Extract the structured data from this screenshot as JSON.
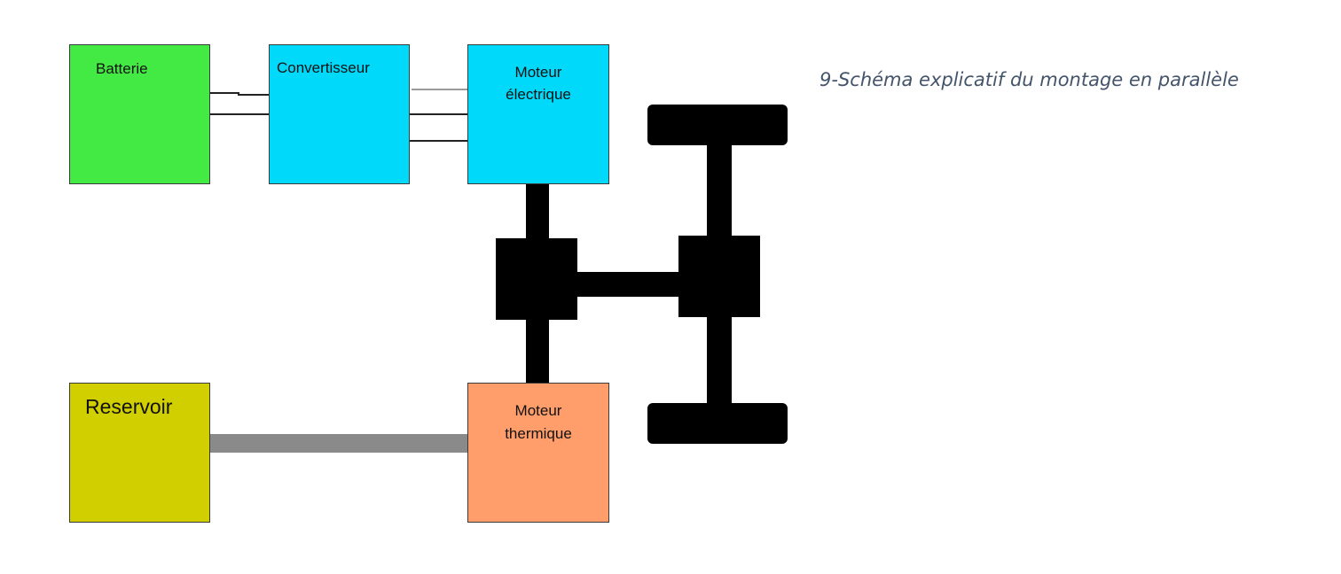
{
  "caption": "9-Schéma explicatif du montage en parallèle",
  "components": {
    "battery": "Batterie",
    "converter": "Convertisseur",
    "electric_motor": [
      "Moteur",
      "électrique"
    ],
    "thermal_motor": [
      "Moteur",
      "thermique"
    ],
    "tank": "Reservoir"
  },
  "colors": {
    "battery": "#44ea44",
    "converter": "#00d9fa",
    "electric_motor": "#00d9fa",
    "thermal_motor": "#ff9e6a",
    "tank": "#d1cf00",
    "fuel_line": "#8a8a8a",
    "drivetrain": "#000000"
  }
}
